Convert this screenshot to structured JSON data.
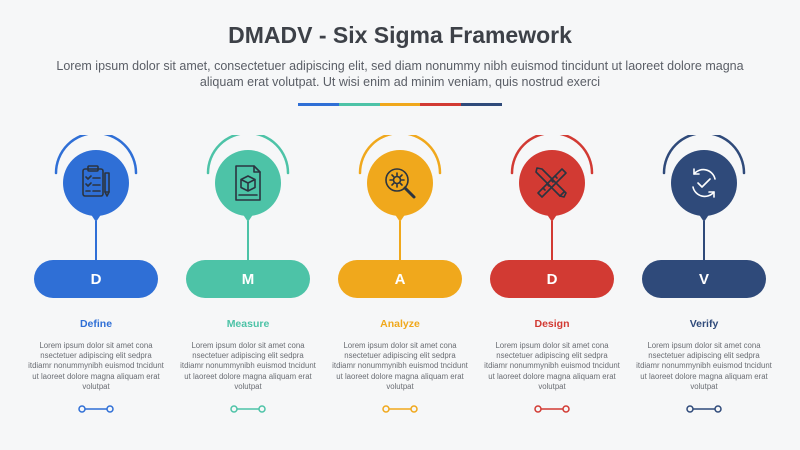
{
  "header": {
    "title": "DMADV - Six Sigma Framework",
    "subtitle": "Lorem ipsum dolor sit amet, consectetuer adipiscing elit, sed diam nonummy nibh euismod tincidunt ut laoreet dolore magna aliquam erat volutpat. Ut wisi enim ad minim veniam, quis nostrud exerci",
    "bar_colors": [
      "#2f6fd6",
      "#4dc3a7",
      "#f0a81c",
      "#d23a33",
      "#2f4a7a"
    ]
  },
  "steps": [
    {
      "letter": "D",
      "label": "Define",
      "color": "#2f6fd6",
      "icon": "clipboard-checklist-icon",
      "desc": "Lorem ipsum dolor sit amet cona nsectetuer adipiscing elit sedpra itdiamr nonummynibh euismod tncidunt ut laoreet dolore magna aliquam erat volutpat"
    },
    {
      "letter": "M",
      "label": "Measure",
      "color": "#4dc3a7",
      "icon": "document-cube-icon",
      "desc": "Lorem ipsum dolor sit amet cona nsectetuer adipiscing elit sedpra itdiamr nonummynibh euismod tncidunt ut laoreet dolore magna aliquam erat volutpat"
    },
    {
      "letter": "A",
      "label": "Analyze",
      "color": "#f0a81c",
      "icon": "magnifier-gear-icon",
      "desc": "Lorem ipsum dolor sit amet cona nsectetuer adipiscing elit sedpra itdiamr nonummynibh euismod tncidunt ut laoreet dolore magna aliquam erat volutpat"
    },
    {
      "letter": "D",
      "label": "Design",
      "color": "#d23a33",
      "icon": "pencil-ruler-icon",
      "desc": "Lorem ipsum dolor sit amet cona nsectetuer adipiscing elit sedpra itdiamr nonummynibh euismod tncidunt ut laoreet dolore magna aliquam erat volutpat"
    },
    {
      "letter": "V",
      "label": "Verify",
      "color": "#2f4a7a",
      "icon": "refresh-check-icon",
      "desc": "Lorem ipsum dolor sit amet cona nsectetuer adipiscing elit sedpra itdiamr nonummynibh euismod tncidunt ut laoreet dolore magna aliquam erat volutpat"
    }
  ]
}
